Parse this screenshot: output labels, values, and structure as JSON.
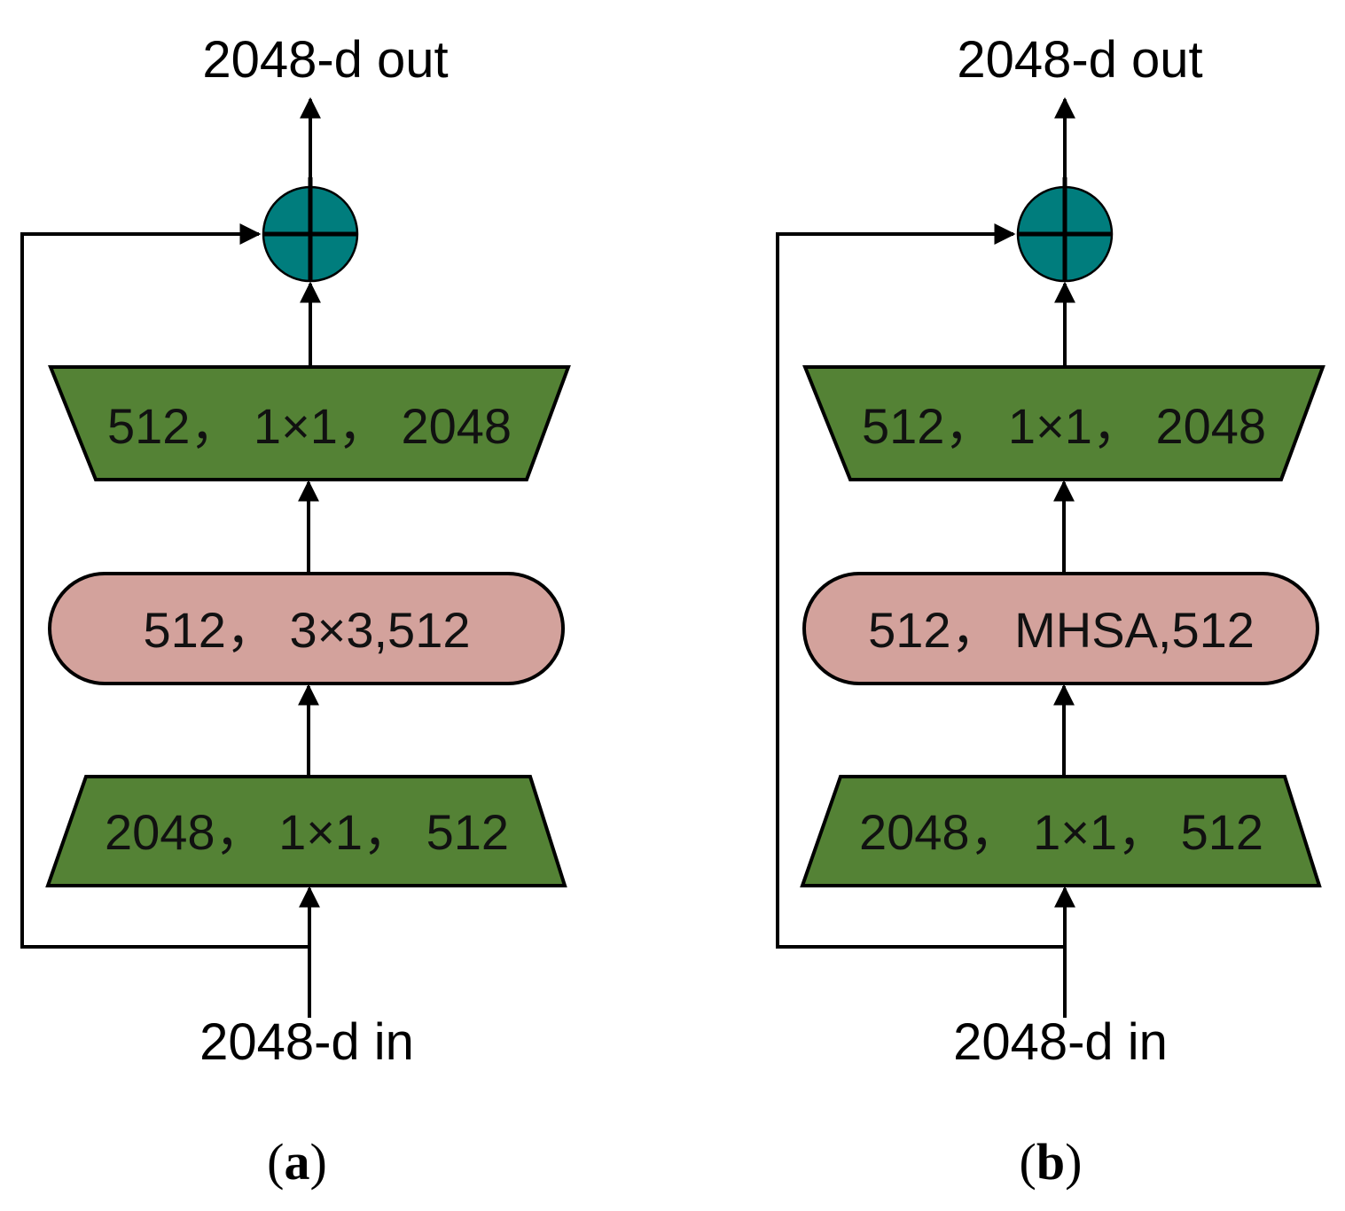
{
  "colors": {
    "conv_fill": "#548235",
    "attn_fill": "#d3a29c",
    "add_fill": "#007d7d",
    "stroke": "#000000"
  },
  "panels": [
    {
      "id": "a",
      "caption_open": "(",
      "caption_letter": "a",
      "caption_close": ")",
      "output_label": "2048-d out",
      "input_label": "2048-d in",
      "add_node": "element-wise addition",
      "blocks": {
        "top": "512， 1×1， 2048",
        "middle": "512， 3×3,512",
        "bottom": "2048， 1×1， 512"
      }
    },
    {
      "id": "b",
      "caption_open": "(",
      "caption_letter": "b",
      "caption_close": ")",
      "output_label": "2048-d out",
      "input_label": "2048-d in",
      "add_node": "element-wise addition",
      "blocks": {
        "top": "512， 1×1， 2048",
        "middle": "512， MHSA,512",
        "bottom": "2048， 1×1， 512"
      }
    }
  ]
}
